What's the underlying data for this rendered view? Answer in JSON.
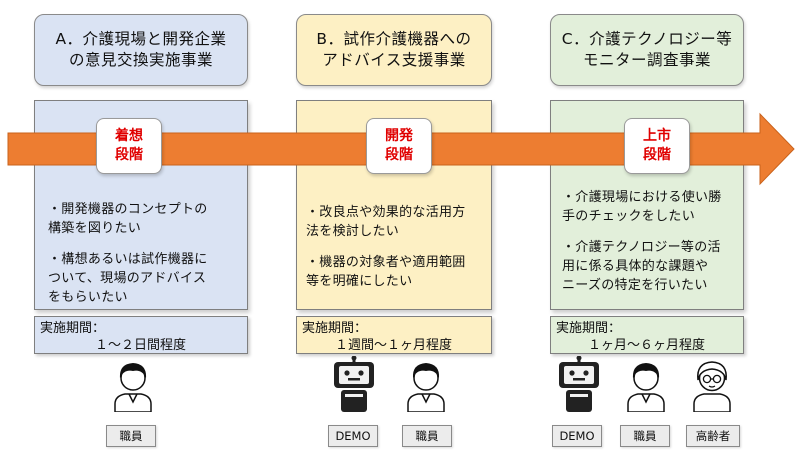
{
  "columns": [
    {
      "header": [
        "A．介護現場と開発企業",
        "の意見交換実施事業"
      ],
      "stage": [
        "着想",
        "段階"
      ],
      "bullets": [
        "・開発機器のコンセプトの\n構築を図りたい",
        "・構想あるいは試作機器に\nついて、現場のアドバイス\nをもらいたい"
      ],
      "period_label": "実施期間：",
      "period_value": "１～２日間程度",
      "actors": [
        "職員"
      ]
    },
    {
      "header": [
        "B．試作介護機器への",
        "アドバイス支援事業"
      ],
      "stage": [
        "開発",
        "段階"
      ],
      "bullets": [
        "・改良点や効果的な活用方\n法を検討したい",
        "・機器の対象者や適用範囲\n等を明確にしたい"
      ],
      "period_label": "実施期間：",
      "period_value": "１週間～１ヶ月程度",
      "actors": [
        "DEMO",
        "職員"
      ]
    },
    {
      "header": [
        "C．介護テクノロジー等",
        "モニター調査事業"
      ],
      "stage": [
        "上市",
        "段階"
      ],
      "bullets": [
        "・介護現場における使い勝\n手のチェックをしたい",
        "・介護テクノロジー等の活\n用に係る具体的な課題や\nニーズの特定を行いたい"
      ],
      "period_label": "実施期間：",
      "period_value": "１ヶ月～６ヶ月程度",
      "actors": [
        "DEMO",
        "職員",
        "高齢者"
      ]
    }
  ],
  "colors": {
    "col_a_bg": "#dae3f3",
    "col_b_bg": "#fdf0c4",
    "col_c_bg": "#e2efda",
    "arrow": "#ed7d31",
    "stage_text": "#e00000"
  },
  "icons": [
    "staff-person-icon",
    "robot-icon",
    "elderly-person-icon"
  ]
}
